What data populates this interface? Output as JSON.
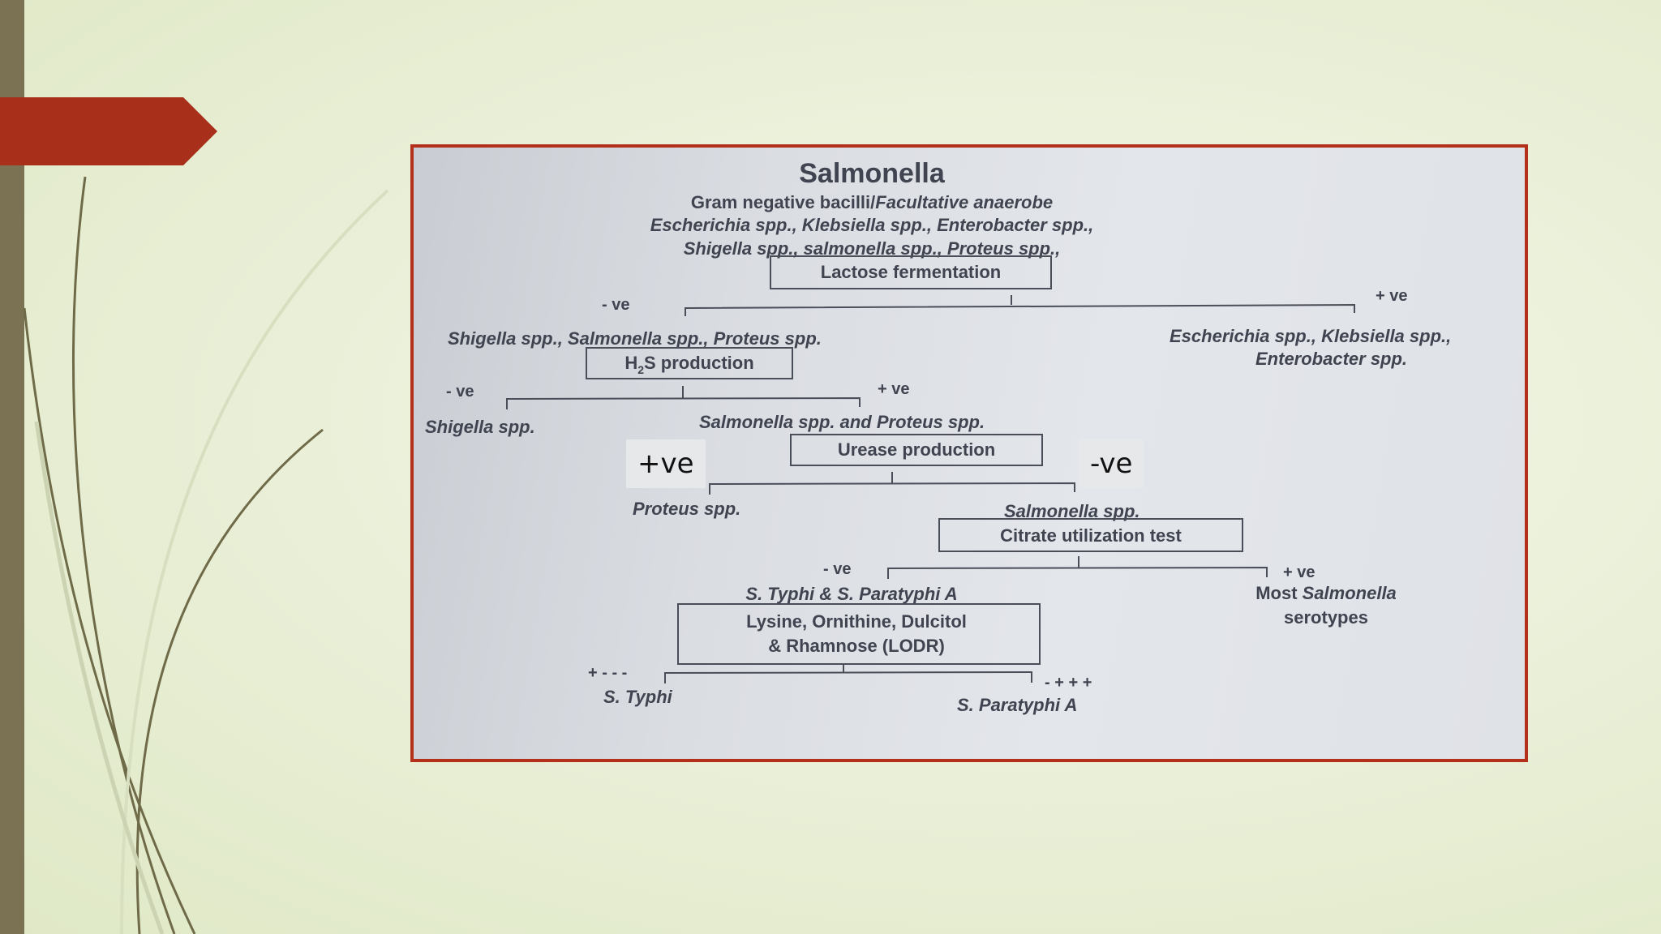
{
  "slide": {
    "accent_color": "#a8301a",
    "sidebar_color": "#7a7252"
  },
  "figure": {
    "title": "Salmonella",
    "line1_bold": "Gram negative bacilli/",
    "line1_italic": "Facultative anaerobe",
    "line2": "Escherichia spp., Klebsiella spp., Enterobacter spp.,",
    "line3": "Shigella spp., salmonella spp., Proteus spp.,",
    "tests": {
      "lactose": "Lactose fermentation",
      "h2s_prefix": "H",
      "h2s_sub": "2",
      "h2s_suffix": "S production",
      "urease": "Urease production",
      "citrate": "Citrate utilization test",
      "lodr_line1": "Lysine, Ornithine, Dulcitol",
      "lodr_line2": "& Rhamnose (LODR)"
    },
    "results": {
      "lactose_neg": "- ve",
      "lactose_pos": "+ ve",
      "lactose_neg_group": "Shigella spp., Salmonella spp., Proteus spp.",
      "lactose_pos_group1": "Escherichia spp., Klebsiella spp.,",
      "lactose_pos_group2": "Enterobacter spp.",
      "h2s_neg": "- ve",
      "h2s_pos": "+ ve",
      "h2s_neg_group": "Shigella spp.",
      "h2s_pos_group": "Salmonella spp. and Proteus spp.",
      "urease_pos_group": "Proteus spp.",
      "urease_neg_group": "Salmonella spp.",
      "citrate_neg": "- ve",
      "citrate_pos": "+ ve",
      "citrate_neg_group": "S. Typhi & S. Paratyphi A",
      "citrate_pos_group1_a": "Most ",
      "citrate_pos_group1_b": "Salmonella",
      "citrate_pos_group2": "serotypes",
      "lodr_left_pattern": "+ - - -",
      "lodr_right_pattern": "- + + +",
      "lodr_left_group": "S. Typhi",
      "lodr_right_group": "S. Paratyphi A"
    }
  },
  "overlays": {
    "urease_positive": "+ve",
    "urease_negative": "-ve"
  }
}
